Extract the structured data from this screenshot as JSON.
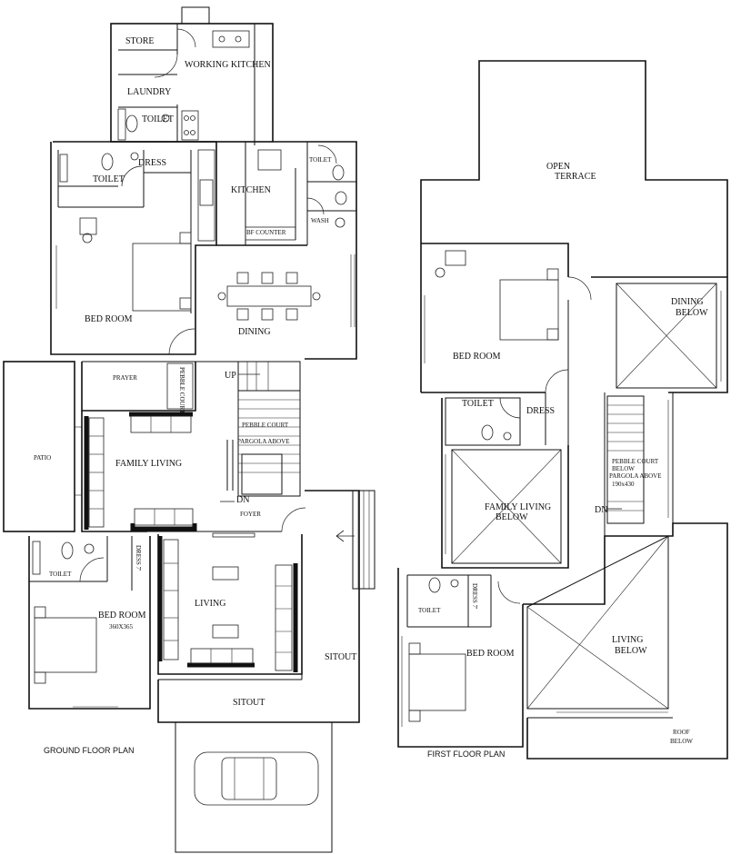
{
  "ground_floor": {
    "title": "GROUND FLOOR PLAN",
    "rooms": {
      "store": "STORE",
      "working_kitchen": "WORKING KITCHEN",
      "laundry": "LAUNDRY",
      "toilet_service": "TOILET",
      "toilet_master": "TOILET",
      "dress_master": "DRESS",
      "kitchen": "KITCHEN",
      "bf_counter": "BF COUNTER",
      "toilet_dining": "TOILET",
      "wash": "WASH",
      "bed_room_1": "BED ROOM",
      "dining": "DINING",
      "prayer": "PRAYER",
      "pebble_court_v": "PEBBLE COURT",
      "up": "UP",
      "pebble_court": "PEBBLE COURT",
      "pargola_above": "PARGOLA ABOVE",
      "patio": "PATIO",
      "family_living": "FAMILY LIVING",
      "dn": "DN",
      "foyer": "FOYER",
      "toilet_guest": "TOILET",
      "dress_guest": "DRESS 7'",
      "bed_room_2": "BED ROOM",
      "bed_room_2_size": "360X365",
      "living": "LIVING",
      "sitout_side": "SITOUT",
      "sitout_front": "SITOUT"
    }
  },
  "first_floor": {
    "title": "FIRST  FLOOR PLAN",
    "rooms": {
      "open_terrace_1": "OPEN",
      "open_terrace_2": "TERRACE",
      "dining_below_1": "DINING",
      "dining_below_2": "BELOW",
      "bed_room_1": "BED ROOM",
      "toilet_1": "TOILET",
      "dress_1": "DRESS",
      "pebble_court_1": "PEBBLE COURT",
      "pebble_court_2": "BELOW",
      "pebble_court_3": "PARGOLA ABOVE",
      "pebble_court_4": "190x430",
      "family_living_below_1": "FAMILY LIVING",
      "family_living_below_2": "BELOW",
      "dn": "DN",
      "toilet_2": "TOILET",
      "dress_2": "DRESS 7'",
      "bed_room_2": "BED ROOM",
      "living_below_1": "LIVING",
      "living_below_2": "BELOW",
      "roof_below_1": "ROOF",
      "roof_below_2": "BELOW"
    }
  }
}
